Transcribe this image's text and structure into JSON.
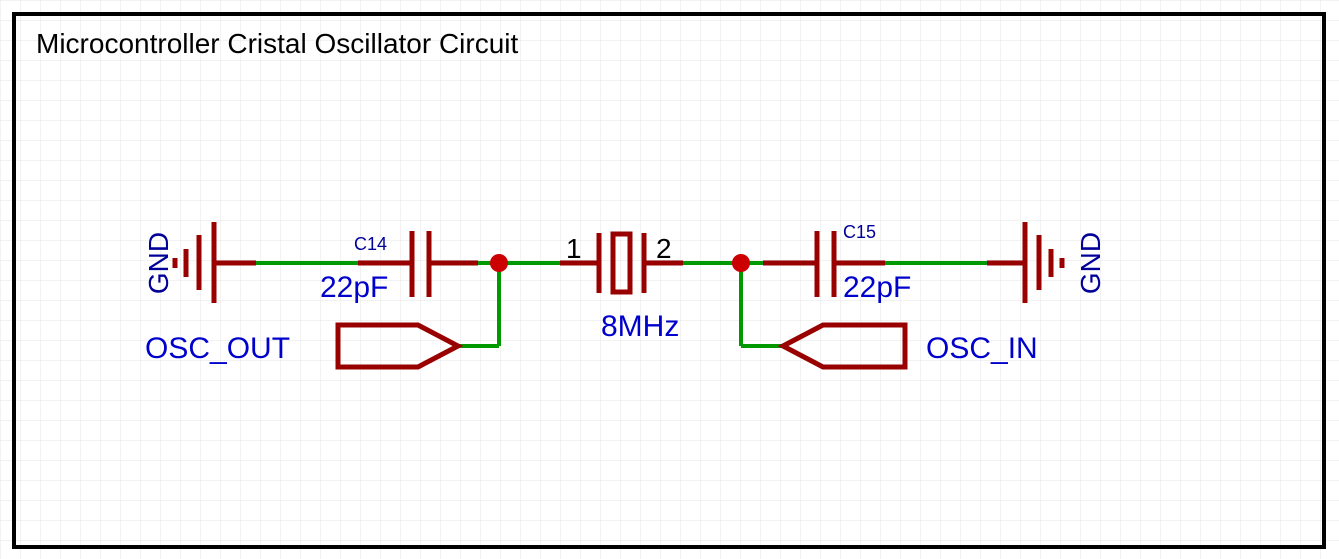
{
  "sheet": {
    "title": "Microcontroller Cristal Oscillator Circuit"
  },
  "components": {
    "c14": {
      "designator": "C14",
      "value": "22pF"
    },
    "c15": {
      "designator": "C15",
      "value": "22pF"
    },
    "crystal": {
      "value": "8MHz",
      "pin1": "1",
      "pin2": "2"
    }
  },
  "power": {
    "gnd_left": "GND",
    "gnd_right": "GND"
  },
  "ports": {
    "osc_out": "OSC_OUT",
    "osc_in": "OSC_IN"
  },
  "colors": {
    "wire": "#009900",
    "component": "#990000",
    "junction": "#cc0000",
    "label": "#0000cc",
    "designator": "#000099",
    "frame": "#000000"
  }
}
